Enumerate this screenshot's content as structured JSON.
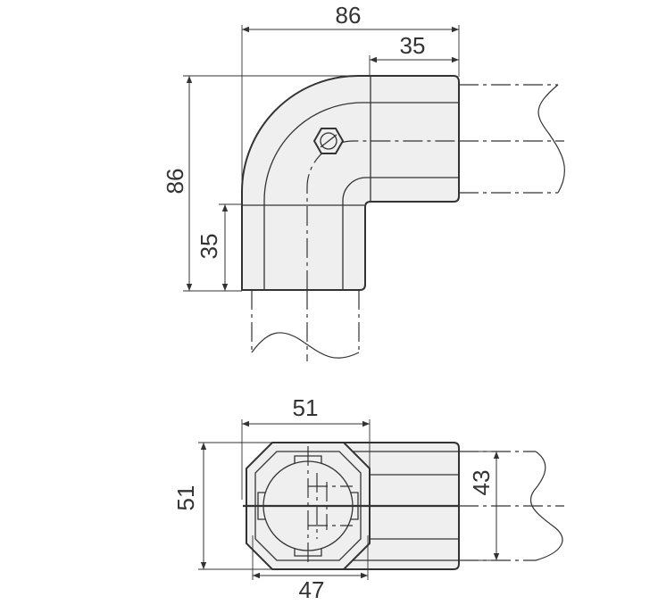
{
  "dimensions": {
    "top_width_overall": "86",
    "top_width_branch": "35",
    "top_height_overall": "86",
    "top_height_branch": "35",
    "bottom_width_top": "51",
    "bottom_height_left": "51",
    "bottom_height_right": "43",
    "bottom_width_bottom": "47"
  },
  "colors": {
    "line": "#333333",
    "fill": "#efefef"
  }
}
